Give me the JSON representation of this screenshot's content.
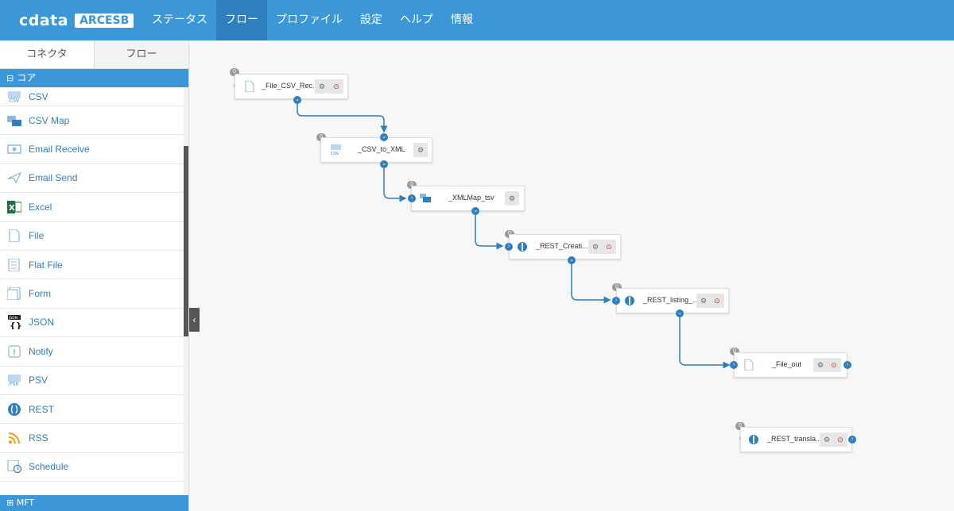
{
  "brand": {
    "logo_text": "cdata",
    "product": "ARCESB"
  },
  "nav": {
    "items": [
      {
        "label": "ステータス",
        "active": false
      },
      {
        "label": "フロー",
        "active": true
      },
      {
        "label": "プロファイル",
        "active": false
      },
      {
        "label": "設定",
        "active": false
      },
      {
        "label": "ヘルプ",
        "active": false
      },
      {
        "label": "情報",
        "active": false
      }
    ]
  },
  "sidebar": {
    "tabs": [
      {
        "label": "コネクタ",
        "active": true
      },
      {
        "label": "フロー",
        "active": false
      }
    ],
    "section_core": "コア",
    "section_mft": "MFT",
    "connectors": [
      {
        "label": "CSV",
        "icon": "csv-icon"
      },
      {
        "label": "CSV Map",
        "icon": "csv-map-icon"
      },
      {
        "label": "Email Receive",
        "icon": "email-receive-icon"
      },
      {
        "label": "Email Send",
        "icon": "email-send-icon"
      },
      {
        "label": "Excel",
        "icon": "excel-icon"
      },
      {
        "label": "File",
        "icon": "file-icon"
      },
      {
        "label": "Flat File",
        "icon": "flat-file-icon"
      },
      {
        "label": "Form",
        "icon": "form-icon"
      },
      {
        "label": "JSON",
        "icon": "json-icon"
      },
      {
        "label": "Notify",
        "icon": "notify-icon"
      },
      {
        "label": "PSV",
        "icon": "psv-icon"
      },
      {
        "label": "REST",
        "icon": "rest-icon"
      },
      {
        "label": "RSS",
        "icon": "rss-icon"
      },
      {
        "label": "Schedule",
        "icon": "schedule-icon"
      }
    ]
  },
  "flow": {
    "nodes": [
      {
        "label": "_File_CSV_Rec...",
        "badge": "0",
        "icon": "file-icon"
      },
      {
        "label": "_CSV_to_XML",
        "badge": "0",
        "icon": "csv-icon"
      },
      {
        "label": "_XMLMap_tsv",
        "badge": "0",
        "icon": "xml-map-icon"
      },
      {
        "label": "_REST_Creati...",
        "badge": "0",
        "icon": "rest-icon"
      },
      {
        "label": "_REST_listing_...",
        "badge": "0",
        "icon": "rest-icon"
      },
      {
        "label": "_File_out",
        "badge": "0",
        "icon": "file-icon"
      },
      {
        "label": "_REST_transla...",
        "badge": "0",
        "icon": "rest-icon"
      }
    ]
  },
  "colors": {
    "primary": "#3c97d9",
    "nav_active": "#2f7fbe",
    "link": "#2f7fbe"
  }
}
